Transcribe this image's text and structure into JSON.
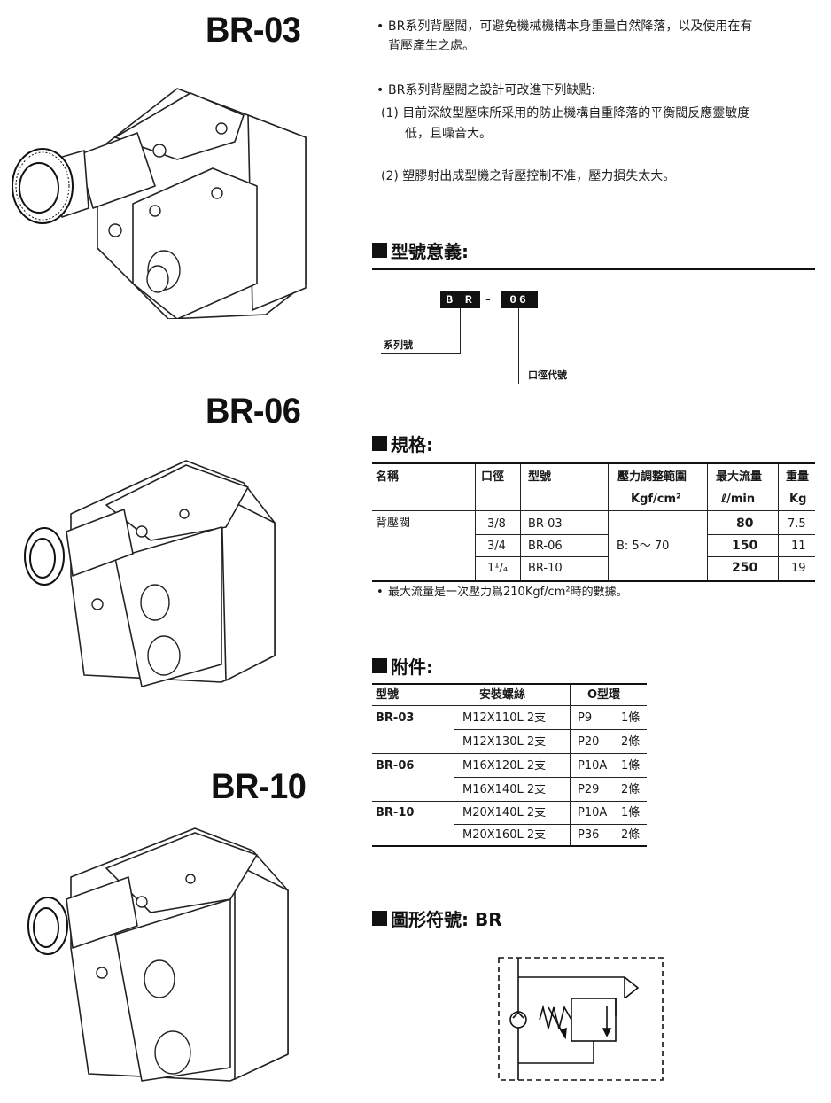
{
  "models": [
    "BR-03",
    "BR-06",
    "BR-10"
  ],
  "intro": {
    "bullet1_line1": "BR系列背壓閥，可避免機械機構本身重量自然降落，以及使用在有",
    "bullet1_line2": "背壓產生之處。",
    "bullet2": "BR系列背壓閥之設計可改進下列缺點:",
    "item1_line1": "(1) 目前深紋型壓床所采用的防止機構自重降落的平衡閥反應靈敏度",
    "item1_line2": "低，且噪音大。",
    "item2": "(2) 塑膠射出成型機之背壓控制不准，壓力損失太大。"
  },
  "model_meaning": {
    "heading": "型號意義:",
    "code1": "B R",
    "dash": "-",
    "code2": "06",
    "label1": "系列號",
    "label2": "口徑代號"
  },
  "specs": {
    "heading": "規格:",
    "headers": {
      "name": "名稱",
      "port": "口徑",
      "model": "型號",
      "pressure": "壓力調整範圍",
      "pressure_unit": "Kgf/cm²",
      "flow": "最大流量",
      "flow_unit": "ℓ/min",
      "weight": "重量",
      "weight_unit": "Kg"
    },
    "name": "背壓閥",
    "pressure_range": "B:   5～  70",
    "rows": [
      {
        "port": "3/8",
        "model": "BR-03",
        "flow": "80",
        "weight": "7.5"
      },
      {
        "port": "3/4",
        "model": "BR-06",
        "flow": "150",
        "weight": "11"
      },
      {
        "port": "1¹/₄",
        "model": "BR-10",
        "flow": "250",
        "weight": "19"
      }
    ],
    "note": "最大流量是一次壓力爲210Kgf/cm²時的數據。"
  },
  "accessories": {
    "heading": "附件:",
    "headers": {
      "model": "型號",
      "bolt": "安裝螺絲",
      "oring": "O型環"
    },
    "rows": [
      {
        "model": "BR-03",
        "bolt": "M12X110L  2支",
        "oring_code": "P9",
        "oring_qty": "1條"
      },
      {
        "model": "",
        "bolt": "M12X130L  2支",
        "oring_code": "P20",
        "oring_qty": "2條"
      },
      {
        "model": "BR-06",
        "bolt": "M16X120L  2支",
        "oring_code": "P10A",
        "oring_qty": "1條"
      },
      {
        "model": "",
        "bolt": "M16X140L  2支",
        "oring_code": "P29",
        "oring_qty": "2條"
      },
      {
        "model": "BR-10",
        "bolt": "M20X140L  2支",
        "oring_code": "P10A",
        "oring_qty": "1條"
      },
      {
        "model": "",
        "bolt": "M20X160L  2支",
        "oring_code": "P36",
        "oring_qty": "2條"
      }
    ]
  },
  "symbol": {
    "heading": "圖形符號:  BR"
  }
}
